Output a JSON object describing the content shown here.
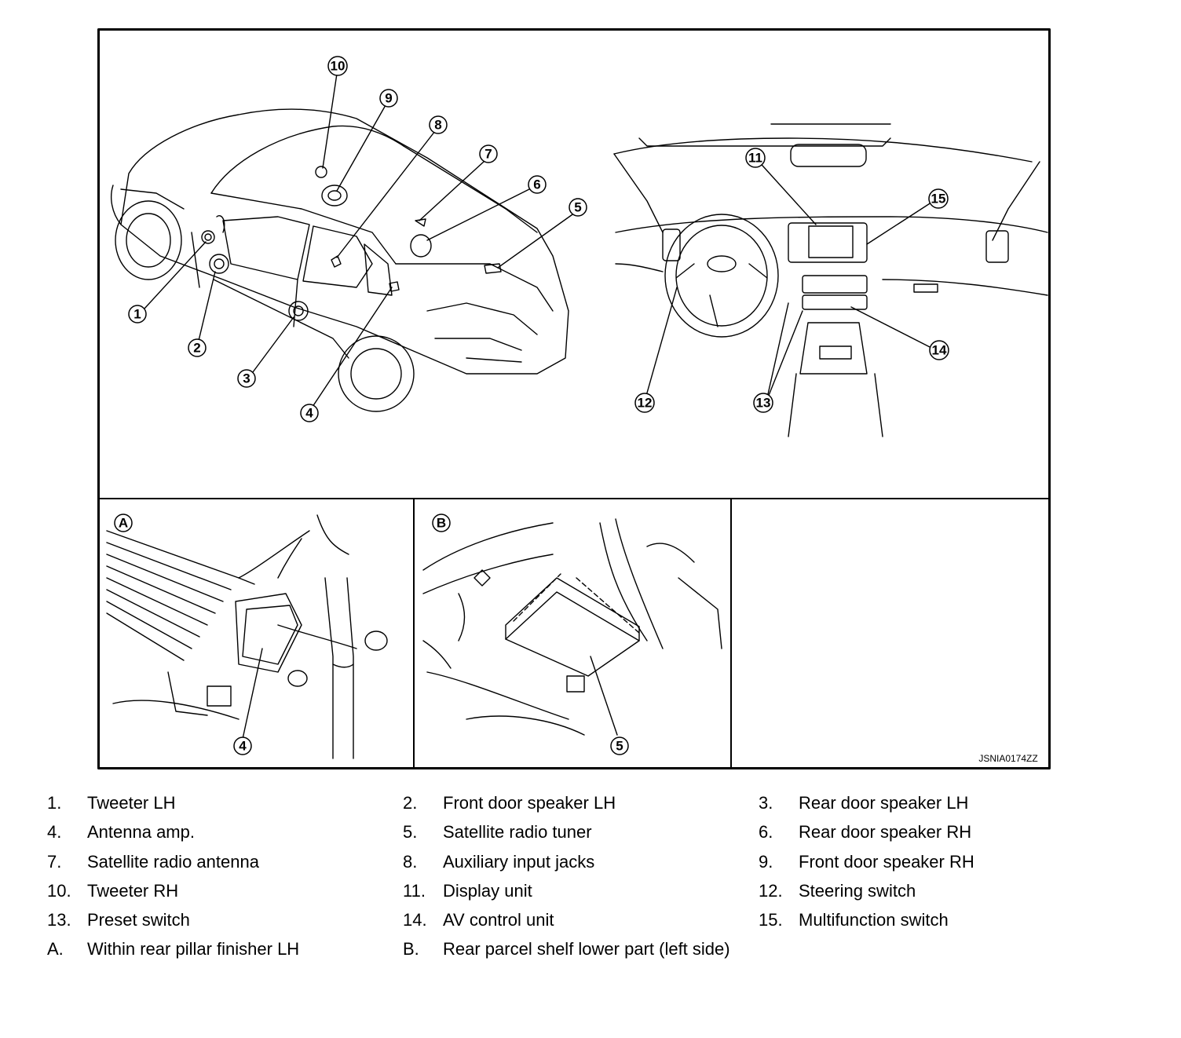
{
  "figure": {
    "drawing_code": "JSNIA0174ZZ",
    "panel_a_letter": "A",
    "panel_b_letter": "B",
    "callouts": {
      "c1": "1",
      "c2": "2",
      "c3": "3",
      "c4": "4",
      "c5": "5",
      "c6": "6",
      "c7": "7",
      "c8": "8",
      "c9": "9",
      "c10": "10",
      "c11": "11",
      "c12": "12",
      "c13": "13",
      "c14": "14",
      "c15": "15",
      "detail_a": "4",
      "detail_b": "5"
    }
  },
  "legend": [
    [
      {
        "num": "1.",
        "text": "Tweeter LH"
      },
      {
        "num": "2.",
        "text": "Front door speaker LH"
      },
      {
        "num": "3.",
        "text": "Rear door speaker LH"
      }
    ],
    [
      {
        "num": "4.",
        "text": "Antenna amp."
      },
      {
        "num": "5.",
        "text": "Satellite radio tuner"
      },
      {
        "num": "6.",
        "text": "Rear door speaker RH"
      }
    ],
    [
      {
        "num": "7.",
        "text": "Satellite radio antenna"
      },
      {
        "num": "8.",
        "text": "Auxiliary input jacks"
      },
      {
        "num": "9.",
        "text": "Front door speaker RH"
      }
    ],
    [
      {
        "num": "10.",
        "text": "Tweeter RH"
      },
      {
        "num": "11.",
        "text": "Display unit"
      },
      {
        "num": "12.",
        "text": "Steering switch"
      }
    ],
    [
      {
        "num": "13.",
        "text": "Preset switch"
      },
      {
        "num": "14.",
        "text": "AV control unit"
      },
      {
        "num": "15.",
        "text": "Multifunction switch"
      }
    ],
    [
      {
        "num": "A.",
        "text": "Within rear pillar finisher LH"
      },
      {
        "num": "B.",
        "text": "Rear parcel shelf lower part (left side)"
      }
    ]
  ]
}
